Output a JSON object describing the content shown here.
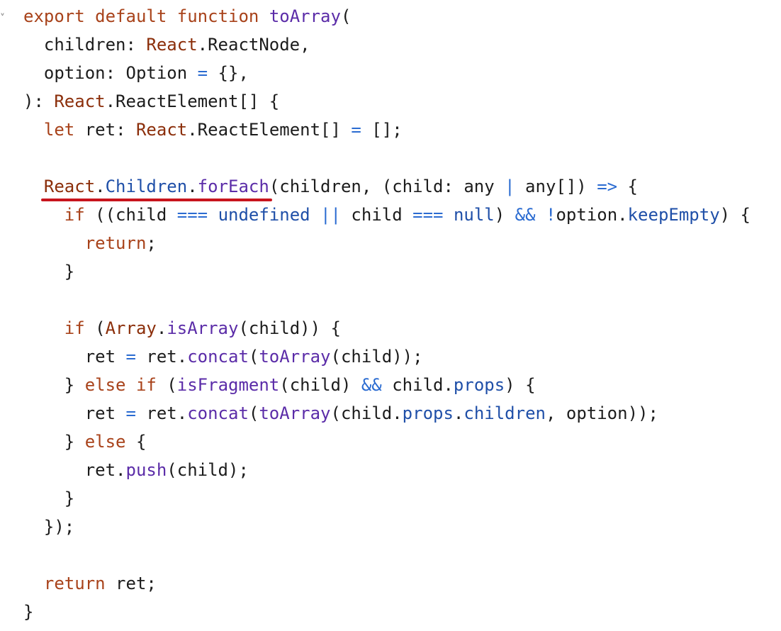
{
  "colors": {
    "keyword": "#a8421a",
    "type": "#8b2e0a",
    "function": "#5b2ca8",
    "constant": "#1f4fa8",
    "operator": "#2a6bd1",
    "plain": "#1c1c1c",
    "underline": "#c8141d"
  },
  "fold_marker": "˅",
  "highlight": {
    "text": "React.Children.forEach",
    "style": "red-underline"
  },
  "code_lines": [
    [
      [
        "k",
        "export"
      ],
      [
        "p",
        " "
      ],
      [
        "k",
        "default"
      ],
      [
        "p",
        " "
      ],
      [
        "k",
        "function"
      ],
      [
        "p",
        " "
      ],
      [
        "f",
        "toArray"
      ],
      [
        "p",
        "("
      ]
    ],
    [
      [
        "p",
        "  children: "
      ],
      [
        "t",
        "React"
      ],
      [
        "p",
        ".ReactNode,"
      ]
    ],
    [
      [
        "p",
        "  option: Option "
      ],
      [
        "o",
        "="
      ],
      [
        "p",
        " {},"
      ]
    ],
    [
      [
        "p",
        "): "
      ],
      [
        "t",
        "React"
      ],
      [
        "p",
        ".ReactElement[] {"
      ]
    ],
    [
      [
        "p",
        "  "
      ],
      [
        "k",
        "let"
      ],
      [
        "p",
        " ret: "
      ],
      [
        "t",
        "React"
      ],
      [
        "p",
        ".ReactElement[] "
      ],
      [
        "o",
        "="
      ],
      [
        "p",
        " [];"
      ]
    ],
    [],
    [
      [
        "p",
        "  "
      ],
      [
        "t",
        "React"
      ],
      [
        "p",
        "."
      ],
      [
        "c",
        "Children"
      ],
      [
        "p",
        "."
      ],
      [
        "f",
        "forEach"
      ],
      [
        "p",
        "(children, (child: any "
      ],
      [
        "o",
        "|"
      ],
      [
        "p",
        " any[]) "
      ],
      [
        "o",
        "=>"
      ],
      [
        "p",
        " {"
      ]
    ],
    [
      [
        "p",
        "    "
      ],
      [
        "k",
        "if"
      ],
      [
        "p",
        " ((child "
      ],
      [
        "o",
        "==="
      ],
      [
        "p",
        " "
      ],
      [
        "c",
        "undefined"
      ],
      [
        "p",
        " "
      ],
      [
        "o",
        "||"
      ],
      [
        "p",
        " child "
      ],
      [
        "o",
        "==="
      ],
      [
        "p",
        " "
      ],
      [
        "c",
        "null"
      ],
      [
        "p",
        ") "
      ],
      [
        "o",
        "&&"
      ],
      [
        "p",
        " "
      ],
      [
        "o",
        "!"
      ],
      [
        "p",
        "option."
      ],
      [
        "c",
        "keepEmpty"
      ],
      [
        "p",
        ") {"
      ]
    ],
    [
      [
        "p",
        "      "
      ],
      [
        "k",
        "return"
      ],
      [
        "p",
        ";"
      ]
    ],
    [
      [
        "p",
        "    }"
      ]
    ],
    [],
    [
      [
        "p",
        "    "
      ],
      [
        "k",
        "if"
      ],
      [
        "p",
        " ("
      ],
      [
        "t",
        "Array"
      ],
      [
        "p",
        "."
      ],
      [
        "f",
        "isArray"
      ],
      [
        "p",
        "(child)) {"
      ]
    ],
    [
      [
        "p",
        "      ret "
      ],
      [
        "o",
        "="
      ],
      [
        "p",
        " ret."
      ],
      [
        "f",
        "concat"
      ],
      [
        "p",
        "("
      ],
      [
        "f",
        "toArray"
      ],
      [
        "p",
        "(child));"
      ]
    ],
    [
      [
        "p",
        "    } "
      ],
      [
        "k",
        "else"
      ],
      [
        "p",
        " "
      ],
      [
        "k",
        "if"
      ],
      [
        "p",
        " ("
      ],
      [
        "f",
        "isFragment"
      ],
      [
        "p",
        "(child) "
      ],
      [
        "o",
        "&&"
      ],
      [
        "p",
        " child."
      ],
      [
        "c",
        "props"
      ],
      [
        "p",
        ") {"
      ]
    ],
    [
      [
        "p",
        "      ret "
      ],
      [
        "o",
        "="
      ],
      [
        "p",
        " ret."
      ],
      [
        "f",
        "concat"
      ],
      [
        "p",
        "("
      ],
      [
        "f",
        "toArray"
      ],
      [
        "p",
        "(child."
      ],
      [
        "c",
        "props"
      ],
      [
        "p",
        "."
      ],
      [
        "c",
        "children"
      ],
      [
        "p",
        ", option));"
      ]
    ],
    [
      [
        "p",
        "    } "
      ],
      [
        "k",
        "else"
      ],
      [
        "p",
        " {"
      ]
    ],
    [
      [
        "p",
        "      ret."
      ],
      [
        "f",
        "push"
      ],
      [
        "p",
        "(child);"
      ]
    ],
    [
      [
        "p",
        "    }"
      ]
    ],
    [
      [
        "p",
        "  });"
      ]
    ],
    [],
    [
      [
        "p",
        "  "
      ],
      [
        "k",
        "return"
      ],
      [
        "p",
        " ret;"
      ]
    ],
    [
      [
        "p",
        "}"
      ]
    ]
  ]
}
